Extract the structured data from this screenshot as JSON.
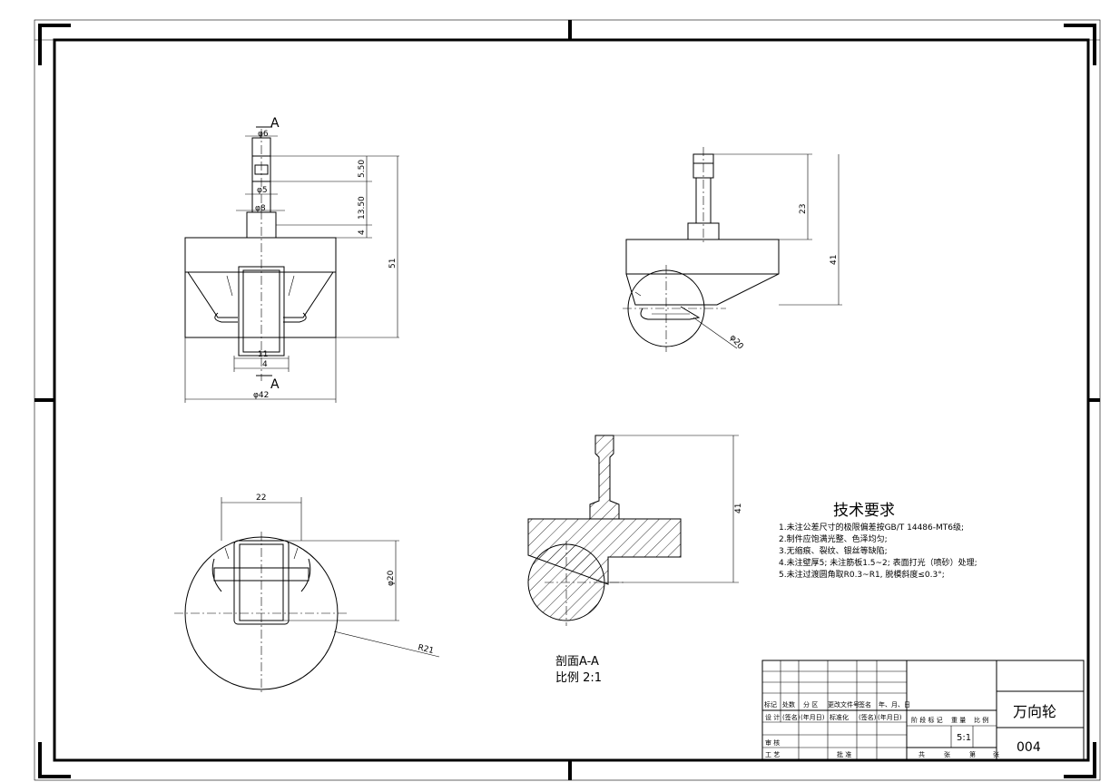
{
  "views": {
    "front": {
      "section_marks": [
        "A",
        "A"
      ],
      "dimensions": [
        "φ6",
        "φ5",
        "φ8",
        "5.50",
        "13.50",
        "4",
        "51",
        "11",
        "4",
        "φ42"
      ]
    },
    "side": {
      "dimensions": [
        "23",
        "41",
        "φ20"
      ]
    },
    "top": {
      "dimensions": [
        "22",
        "φ20",
        "R21"
      ]
    },
    "section": {
      "dimensions": [
        "41"
      ],
      "title": "剖面A-A",
      "scale": "比例 2:1"
    }
  },
  "technical_requirements": {
    "title": "技术要求",
    "items": [
      "1.未注公差尺寸的极限偏差按GB/T 14486-MT6级;",
      "2.制件应饱满光整、色泽均匀;",
      "3.无缩痕、裂纹、银丝等缺陷;",
      "4.未注壁厚5; 未注筋板1.5~2;  表面打光（喷砂）处理;",
      "5.未注过渡圆角取R0.3~R1, 脱模斜度≤0.3°;"
    ]
  },
  "title_block": {
    "headers": [
      "标记",
      "处数",
      "分  区",
      "更改文件号",
      "签名",
      "年、月、日"
    ],
    "row_design": [
      "设 计",
      "(签名)",
      "(年月日)",
      "标准化",
      "(签名)",
      "(年月日)"
    ],
    "stage_labels": [
      "阶 段 标 记",
      "重 量",
      "比 例"
    ],
    "scale_value": "5:1",
    "review": "审 核",
    "process": "工 艺",
    "approve": "批 准",
    "sheets": [
      "共",
      "张",
      "第",
      "张"
    ],
    "part_name": "万向轮",
    "drawing_number": "004"
  }
}
